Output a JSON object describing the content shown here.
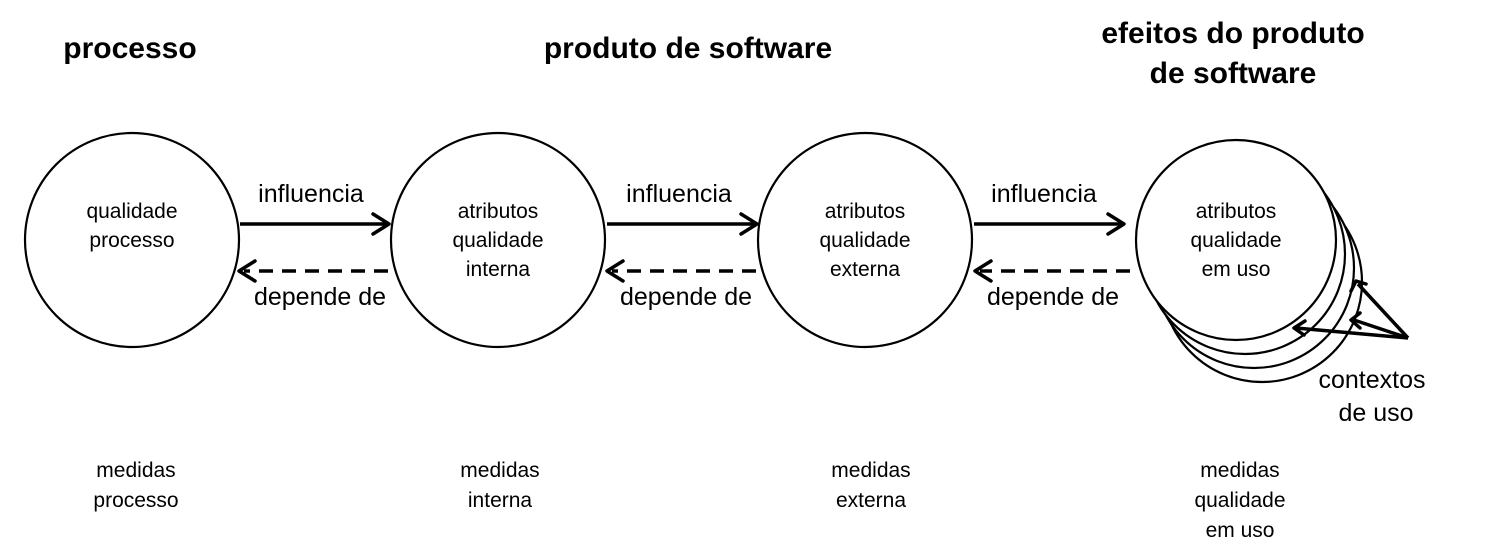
{
  "headers": {
    "process": "processo",
    "product": "produto de software",
    "effects": [
      "efeitos do produto",
      "de software"
    ]
  },
  "circles": [
    {
      "id": "qualidade-processo",
      "lines": [
        "qualidade",
        "processo"
      ]
    },
    {
      "id": "atributos-qualidade-interna",
      "lines": [
        "atributos",
        "qualidade",
        "interna"
      ]
    },
    {
      "id": "atributos-qualidade-externa",
      "lines": [
        "atributos",
        "qualidade",
        "externa"
      ]
    },
    {
      "id": "atributos-qualidade-em-uso",
      "lines": [
        "atributos",
        "qualidade",
        "em uso"
      ]
    }
  ],
  "arrows": [
    {
      "top_label": "influencia",
      "bottom_label": "depende de"
    },
    {
      "top_label": "influencia",
      "bottom_label": "depende de"
    },
    {
      "top_label": "influencia",
      "bottom_label": "depende de"
    }
  ],
  "contexts_label": [
    "contextos",
    "de uso"
  ],
  "measures": [
    [
      "medidas",
      "processo"
    ],
    [
      "medidas",
      "interna"
    ],
    [
      "medidas",
      "externa"
    ],
    [
      "medidas",
      "qualidade",
      "em uso"
    ]
  ]
}
